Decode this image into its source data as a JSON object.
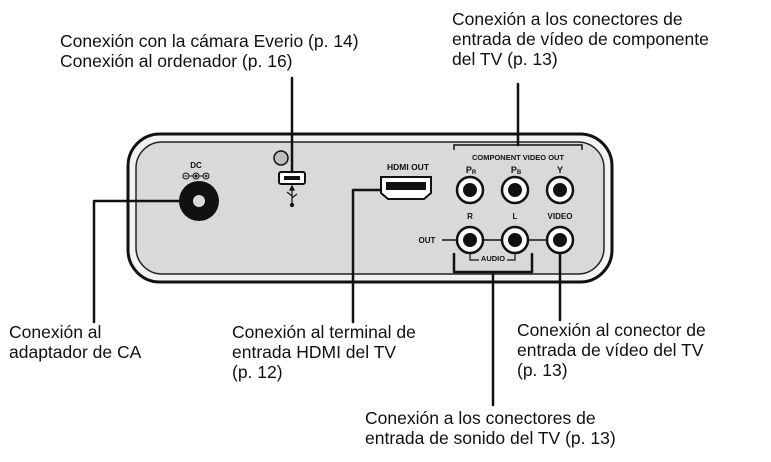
{
  "colors": {
    "panel_fill": "#d9d9d9",
    "panel_stroke": "#111111",
    "line": "#111111",
    "background": "#ffffff"
  },
  "callouts": {
    "everio_line1": "Conexión con la cámara Everio (p. 14)",
    "everio_line2": "Conexión al ordenador (p. 16)",
    "component_line1": "Conexión a los conectores de",
    "component_line2": "entrada de vídeo de componente",
    "component_line3": "del TV (p. 13)",
    "ac_line1": "Conexión al",
    "ac_line2": "adaptador de CA",
    "hdmi_line1": "Conexión al terminal de",
    "hdmi_line2": "entrada HDMI del TV",
    "hdmi_line3": "(p. 12)",
    "video_line1": "Conexión al conector de",
    "video_line2": "entrada de vídeo del TV",
    "video_line3": "(p. 13)",
    "audio_line1": "Conexión a los conectores de",
    "audio_line2": "entrada de sonido del TV (p. 13)"
  },
  "panel": {
    "dc_label": "DC",
    "dc_symbol": "⊖-◉-⊕",
    "usb_symbol": "⭍",
    "hdmi_label": "HDMI OUT",
    "component_label": "COMPONENT VIDEO OUT",
    "pr_label": "PR",
    "pb_label": "PB",
    "y_label": "Y",
    "r_label": "R",
    "l_label": "L",
    "video_label": "VIDEO",
    "out_label": "OUT",
    "audio_label": "AUDIO"
  },
  "icons": {
    "usb": "usb-icon",
    "dc_polarity": "dc-polarity-icon"
  }
}
